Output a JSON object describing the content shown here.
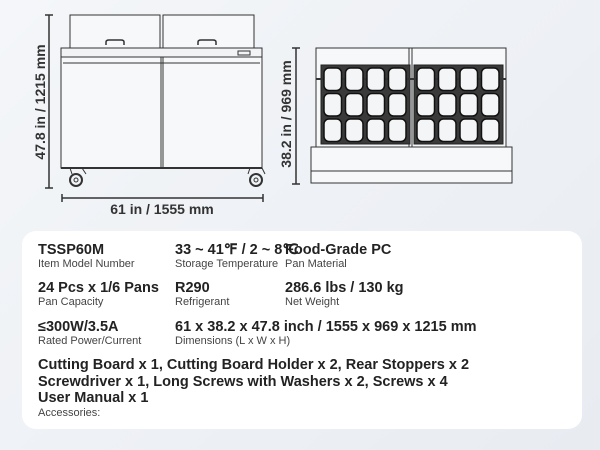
{
  "dimensions_drawing": {
    "height_label": "47.8 in / 1215 mm",
    "width_label": "61 in / 1555 mm",
    "depth_label": "38.2 in / 969 mm"
  },
  "pan_layout": {
    "sides": 2,
    "rows": 3,
    "cols": 4
  },
  "specs": [
    {
      "value": "TSSP60M",
      "label": "Item Model Number"
    },
    {
      "value": "33 ~ 41℉ / 2 ~ 8℃",
      "label": "Storage Temperature"
    },
    {
      "value": "Food-Grade PC",
      "label": "Pan Material"
    },
    {
      "value": "24 Pcs x 1/6 Pans",
      "label": "Pan Capacity"
    },
    {
      "value": "R290",
      "label": "Refrigerant"
    },
    {
      "value": "286.6 lbs / 130 kg",
      "label": "Net Weight"
    },
    {
      "value": "≤300W/3.5A",
      "label": "Rated Power/Current"
    },
    {
      "value": "61 x 38.2 x 47.8 inch / 1555 x 969 x 1215 mm",
      "label": "Dimensions (L x W x H)"
    }
  ],
  "accessories": {
    "lines": [
      "Cutting Board x 1, Cutting Board Holder x 2, Rear Stoppers x 2",
      "Screwdriver x 1, Long Screws with Washers x 2, Screws x 4",
      "User Manual x 1"
    ],
    "label": "Accessories:"
  }
}
